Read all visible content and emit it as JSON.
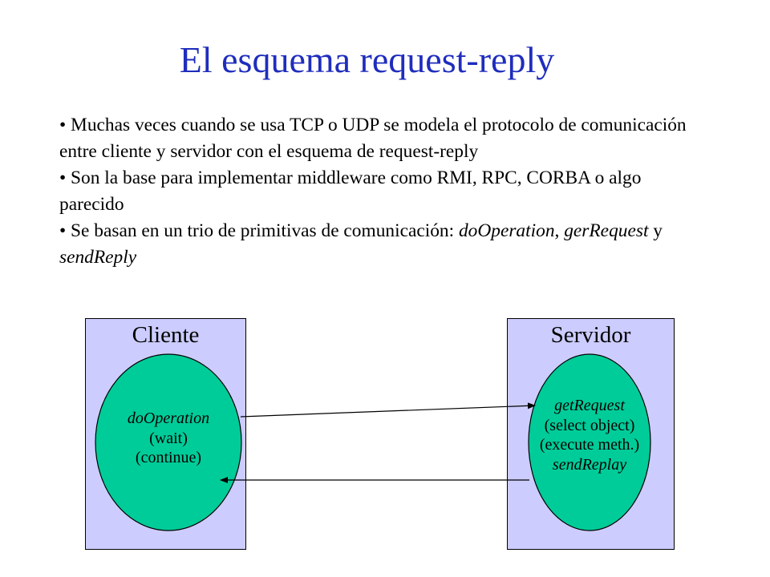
{
  "title": "El esquema request-reply",
  "bullets": [
    {
      "segments": [
        {
          "text": "• Muchas veces cuando se usa TCP o UDP se modela el protocolo de comunicación entre cliente y servidor con el esquema de request-reply",
          "italic": false
        }
      ]
    },
    {
      "segments": [
        {
          "text": "• Son la base para implementar middleware como RMI, RPC, CORBA o algo parecido",
          "italic": false
        }
      ]
    },
    {
      "segments": [
        {
          "text": "• Se basan en un trio de primitivas de comunicación: ",
          "italic": false
        },
        {
          "text": "doOperation",
          "italic": true
        },
        {
          "text": ", ",
          "italic": false
        },
        {
          "text": "gerRequest",
          "italic": true
        },
        {
          "text": " y ",
          "italic": false
        },
        {
          "text": "sendReply",
          "italic": true
        }
      ]
    }
  ],
  "diagram": {
    "client": {
      "label": "Cliente",
      "lines": [
        {
          "text": "doOperation",
          "italic": true
        },
        {
          "text": "(wait)",
          "italic": false
        },
        {
          "text": "(continue)",
          "italic": false
        }
      ]
    },
    "server": {
      "label": "Servidor",
      "lines": [
        {
          "text": "getRequest",
          "italic": true
        },
        {
          "text": "(select object)",
          "italic": false
        },
        {
          "text": "(execute meth.)",
          "italic": false
        },
        {
          "text": "sendReplay",
          "italic": true
        }
      ]
    },
    "colors": {
      "title": "#1f2dbd",
      "box_fill": "#ccccff",
      "ellipse_fill": "#00cc99"
    }
  }
}
